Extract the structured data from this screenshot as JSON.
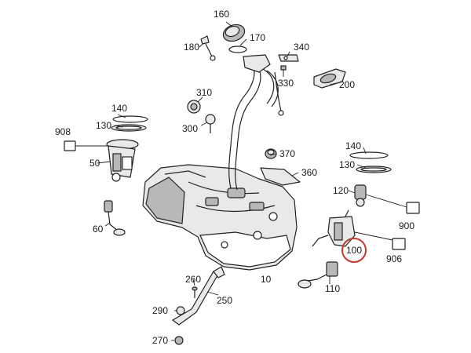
{
  "diagram": {
    "highlight_color": "#c0392b",
    "highlighted_part": "100",
    "parts": {
      "p10": "10",
      "p50": "50",
      "p60": "60",
      "p100": "100",
      "p110": "110",
      "p120": "120",
      "p130a": "130",
      "p130b": "130",
      "p140a": "140",
      "p140b": "140",
      "p160": "160",
      "p170": "170",
      "p180": "180",
      "p200": "200",
      "p250": "250",
      "p260": "260",
      "p270": "270",
      "p290": "290",
      "p300": "300",
      "p310": "310",
      "p330": "330",
      "p340": "340",
      "p360": "360",
      "p370": "370",
      "p900": "900",
      "p906": "906",
      "p908": "908"
    }
  }
}
